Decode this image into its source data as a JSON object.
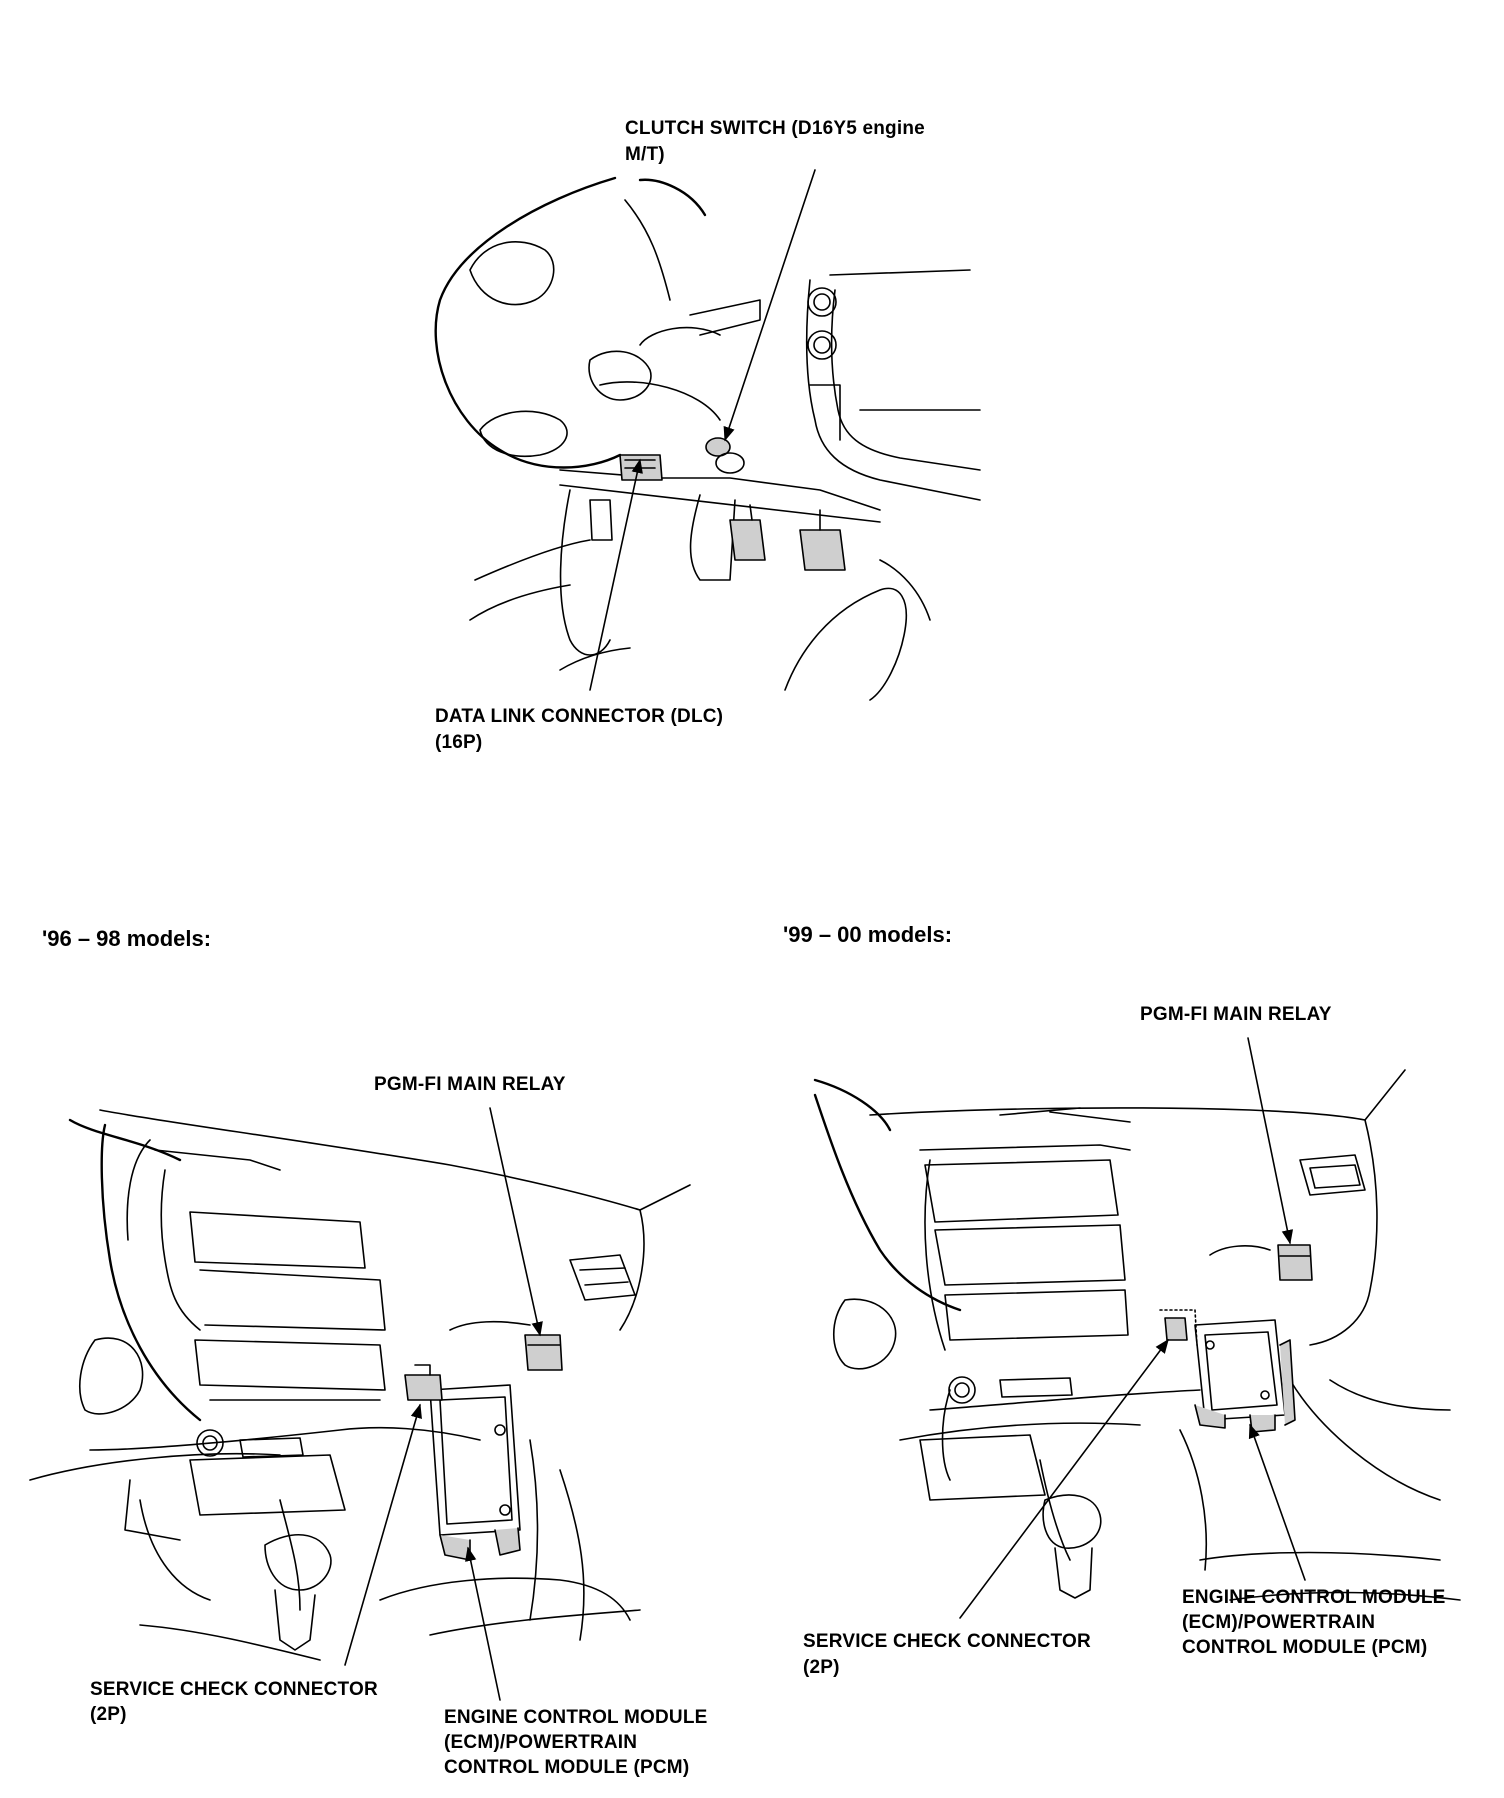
{
  "top_figure": {
    "clutch_switch_line1": "CLUTCH SWITCH (D16Y5 engine",
    "clutch_switch_line2": "M/T)",
    "dlc_line1": "DATA LINK CONNECTOR (DLC)",
    "dlc_line2": "(16P)"
  },
  "left_figure": {
    "heading": "'96 – 98 models:",
    "main_relay": "PGM-FI MAIN RELAY",
    "service_check_line1": "SERVICE CHECK CONNECTOR",
    "service_check_line2": "(2P)",
    "ecm_line1": "ENGINE CONTROL MODULE",
    "ecm_line2": "(ECM)/POWERTRAIN",
    "ecm_line3": "CONTROL MODULE (PCM)"
  },
  "right_figure": {
    "heading": "'99 – 00 models:",
    "main_relay": "PGM-FI MAIN RELAY",
    "service_check_line1": "SERVICE CHECK CONNECTOR",
    "service_check_line2": "(2P)",
    "ecm_line1": "ENGINE CONTROL MODULE",
    "ecm_line2": "(ECM)/POWERTRAIN",
    "ecm_line3": "CONTROL MODULE (PCM)"
  }
}
